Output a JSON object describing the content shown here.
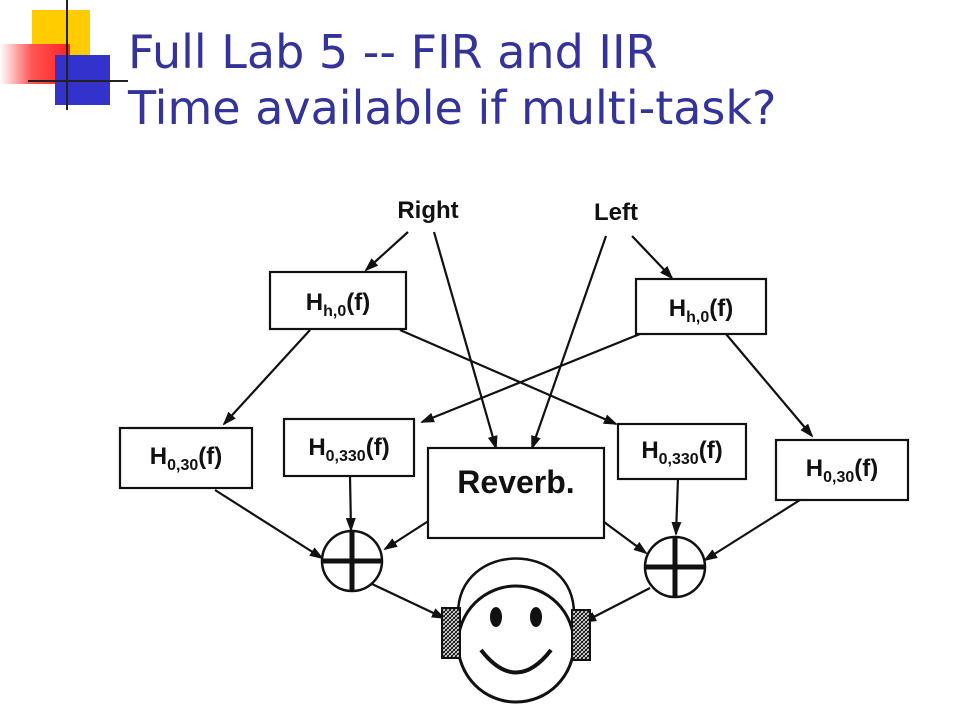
{
  "slide": {
    "title_line1": "Full Lab 5 -- FIR and IIR",
    "title_line2": "Time available if multi-task?"
  },
  "diagram": {
    "inputs": {
      "right": "Right",
      "left": "Left"
    },
    "filters": {
      "hrtf_h0": {
        "main": "H",
        "sub": "h,0",
        "tail": "(f)"
      },
      "hrtf_030": {
        "main": "H",
        "sub": "0,30",
        "tail": "(f)"
      },
      "hrtf_0330": {
        "main": "H",
        "sub": "0,330",
        "tail": "(f)"
      }
    },
    "reverb": "Reverb."
  },
  "colors": {
    "title": "#333399",
    "logo_yellow": "#ffcc00",
    "logo_red": "#ff3333",
    "logo_blue": "#3333cc"
  }
}
